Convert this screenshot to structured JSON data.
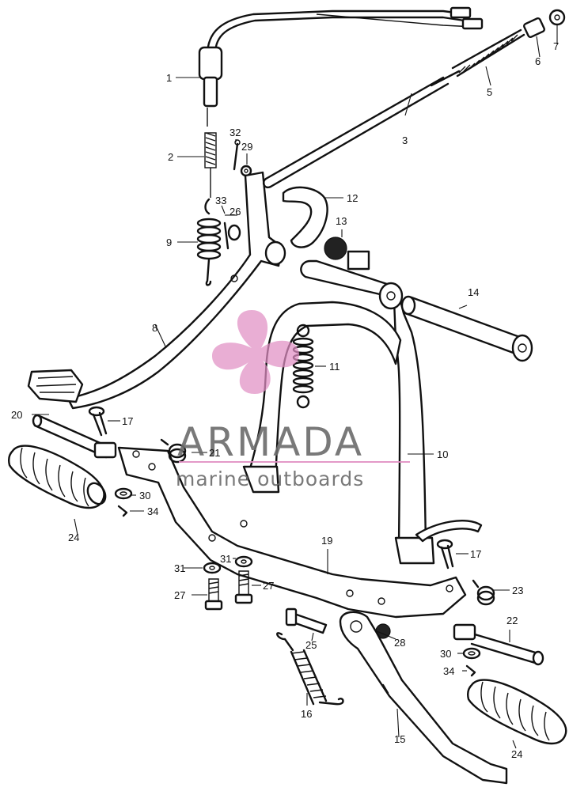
{
  "callouts": {
    "c1": "1",
    "c2": "2",
    "c3": "3",
    "c5": "5",
    "c6": "6",
    "c7": "7",
    "c8": "8",
    "c9": "9",
    "c10": "10",
    "c11": "11",
    "c12": "12",
    "c13": "13",
    "c14": "14",
    "c15": "15",
    "c16": "16",
    "c17a": "17",
    "c17b": "17",
    "c19": "19",
    "c20": "20",
    "c21": "21",
    "c22": "22",
    "c23": "23",
    "c24a": "24",
    "c24b": "24",
    "c25": "25",
    "c26": "26",
    "c27a": "27",
    "c27b": "27",
    "c28": "28",
    "c29": "29",
    "c30a": "30",
    "c30b": "30",
    "c31a": "31",
    "c31b": "31",
    "c32": "32",
    "c33": "33",
    "c34a": "34",
    "c34b": "34"
  },
  "watermark": {
    "brand": "ARMADA",
    "tagline": "marine outboards",
    "color_pink": "#e08fc3",
    "color_text": "#6b6b6b"
  }
}
